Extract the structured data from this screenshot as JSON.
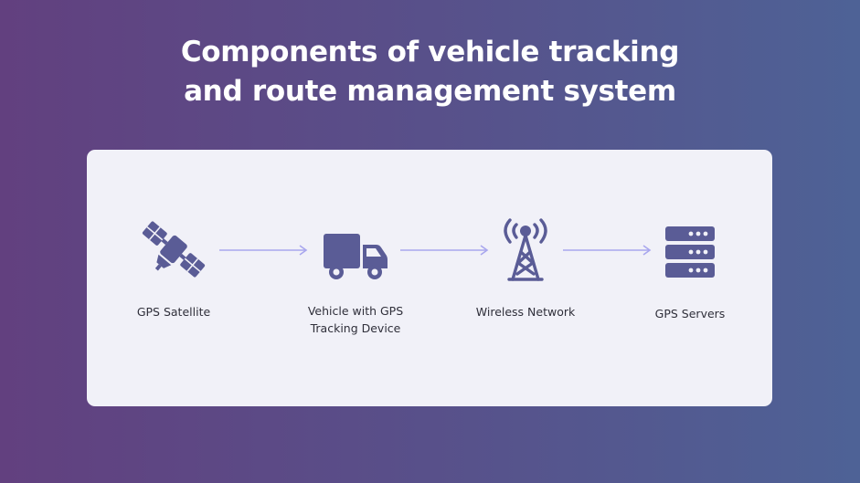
{
  "title": {
    "line1": "Components of vehicle tracking",
    "line2": "and route management system"
  },
  "nodes": [
    {
      "label": "GPS Satellite",
      "icon": "satellite-icon"
    },
    {
      "label_line1": "Vehicle with GPS",
      "label_line2": "Tracking Device",
      "icon": "truck-icon"
    },
    {
      "label": "Wireless Network",
      "icon": "antenna-tower-icon"
    },
    {
      "label": "GPS Servers",
      "icon": "server-icon"
    }
  ],
  "colors": {
    "icon": "#5a5c96",
    "arrow": "#a9a7ee",
    "card": "#f1f1f8",
    "title": "#ffffff"
  }
}
